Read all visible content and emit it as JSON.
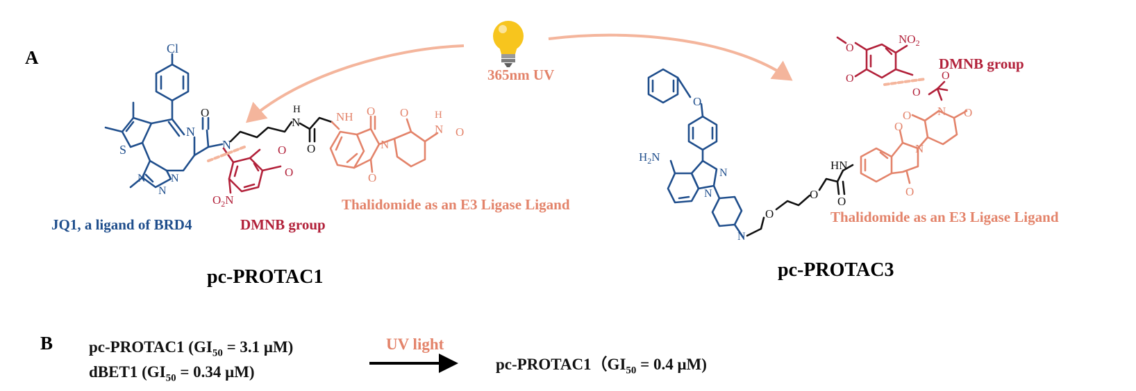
{
  "panel_a": {
    "label": "A",
    "trigger": "365nm UV",
    "molecule1": {
      "name": "pc-PROTAC1",
      "part_jq1": "JQ1, a ligand of BRD4",
      "part_dmnb": "DMNB group",
      "part_thalidomide": "Thalidomide as an E3 Ligase Ligand"
    },
    "molecule2": {
      "name": "pc-PROTAC3",
      "part_dmnb": "DMNB group",
      "part_thalidomide": "Thalidomide as an E3 Ligase Ligand"
    },
    "atoms": {
      "cl": "Cl",
      "s": "S",
      "n": "N",
      "o": "O",
      "nh": "NH",
      "h": "H",
      "no2": "NO",
      "no2_sub": "2",
      "o2n": "O",
      "o2n_sub": "2",
      "o2n_n": "N",
      "h2n": "H",
      "h2n_sub": "2",
      "h2n_n": "N",
      "hn": "HN"
    }
  },
  "panel_b": {
    "label": "B",
    "line1_prefix": "pc-PROTAC1 (GI",
    "line1_sub": "50",
    "line1_suffix": " = 3.1 μM)",
    "line2_prefix": "dBET1 (GI",
    "line2_sub": "50",
    "line2_suffix": " = 0.34 μM)",
    "arrow_label": "UV light",
    "result_prefix": "pc-PROTAC1（GI",
    "result_sub": "50",
    "result_suffix": " = 0.4 μM)"
  },
  "colors": {
    "jq1": "#1f4e8c",
    "dmnb": "#b2213a",
    "thalidomide": "#e3836a",
    "linker": "#111111",
    "arrow": "#f4b59c",
    "bulb": "#f7c51e"
  }
}
